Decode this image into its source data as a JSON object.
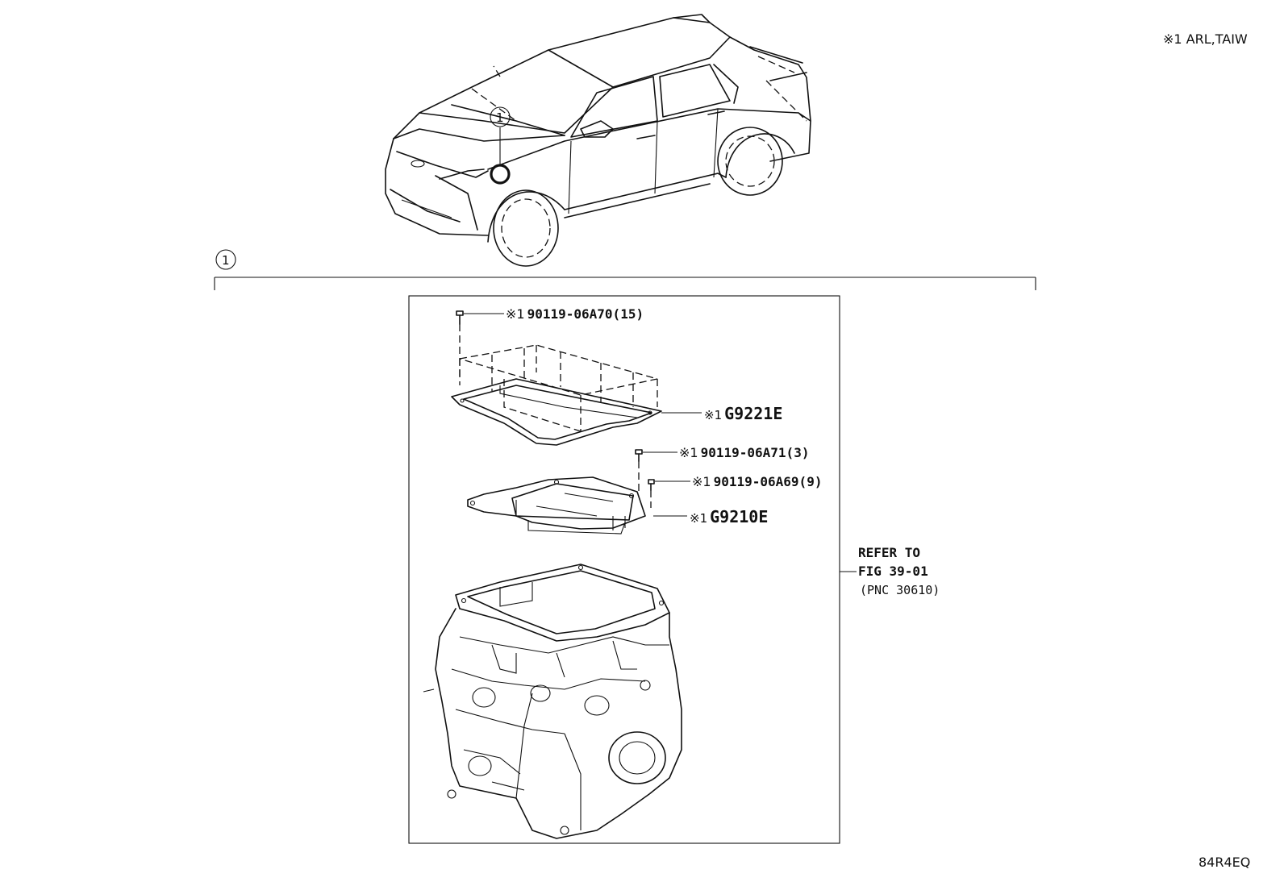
{
  "header": {
    "market_note": "※1 ARL,TAIW"
  },
  "footer": {
    "figure_code": "84R4EQ"
  },
  "callouts": {
    "vehicle_location": "1",
    "group_bracket": "1"
  },
  "parts": [
    {
      "id": "bolt-top",
      "mark": "※1",
      "number": "90119-06A70(15)"
    },
    {
      "id": "cover",
      "mark": "※1",
      "number": "G9221E"
    },
    {
      "id": "bolt-mid",
      "mark": "※1",
      "number": "90119-06A71(3)"
    },
    {
      "id": "bolt-small",
      "mark": "※1",
      "number": "90119-06A69(9)"
    },
    {
      "id": "plate",
      "mark": "※1",
      "number": "G9210E"
    }
  ],
  "reference": {
    "line1": "REFER TO",
    "line2": "FIG 39-01",
    "line3": "(PNC 30610)"
  }
}
